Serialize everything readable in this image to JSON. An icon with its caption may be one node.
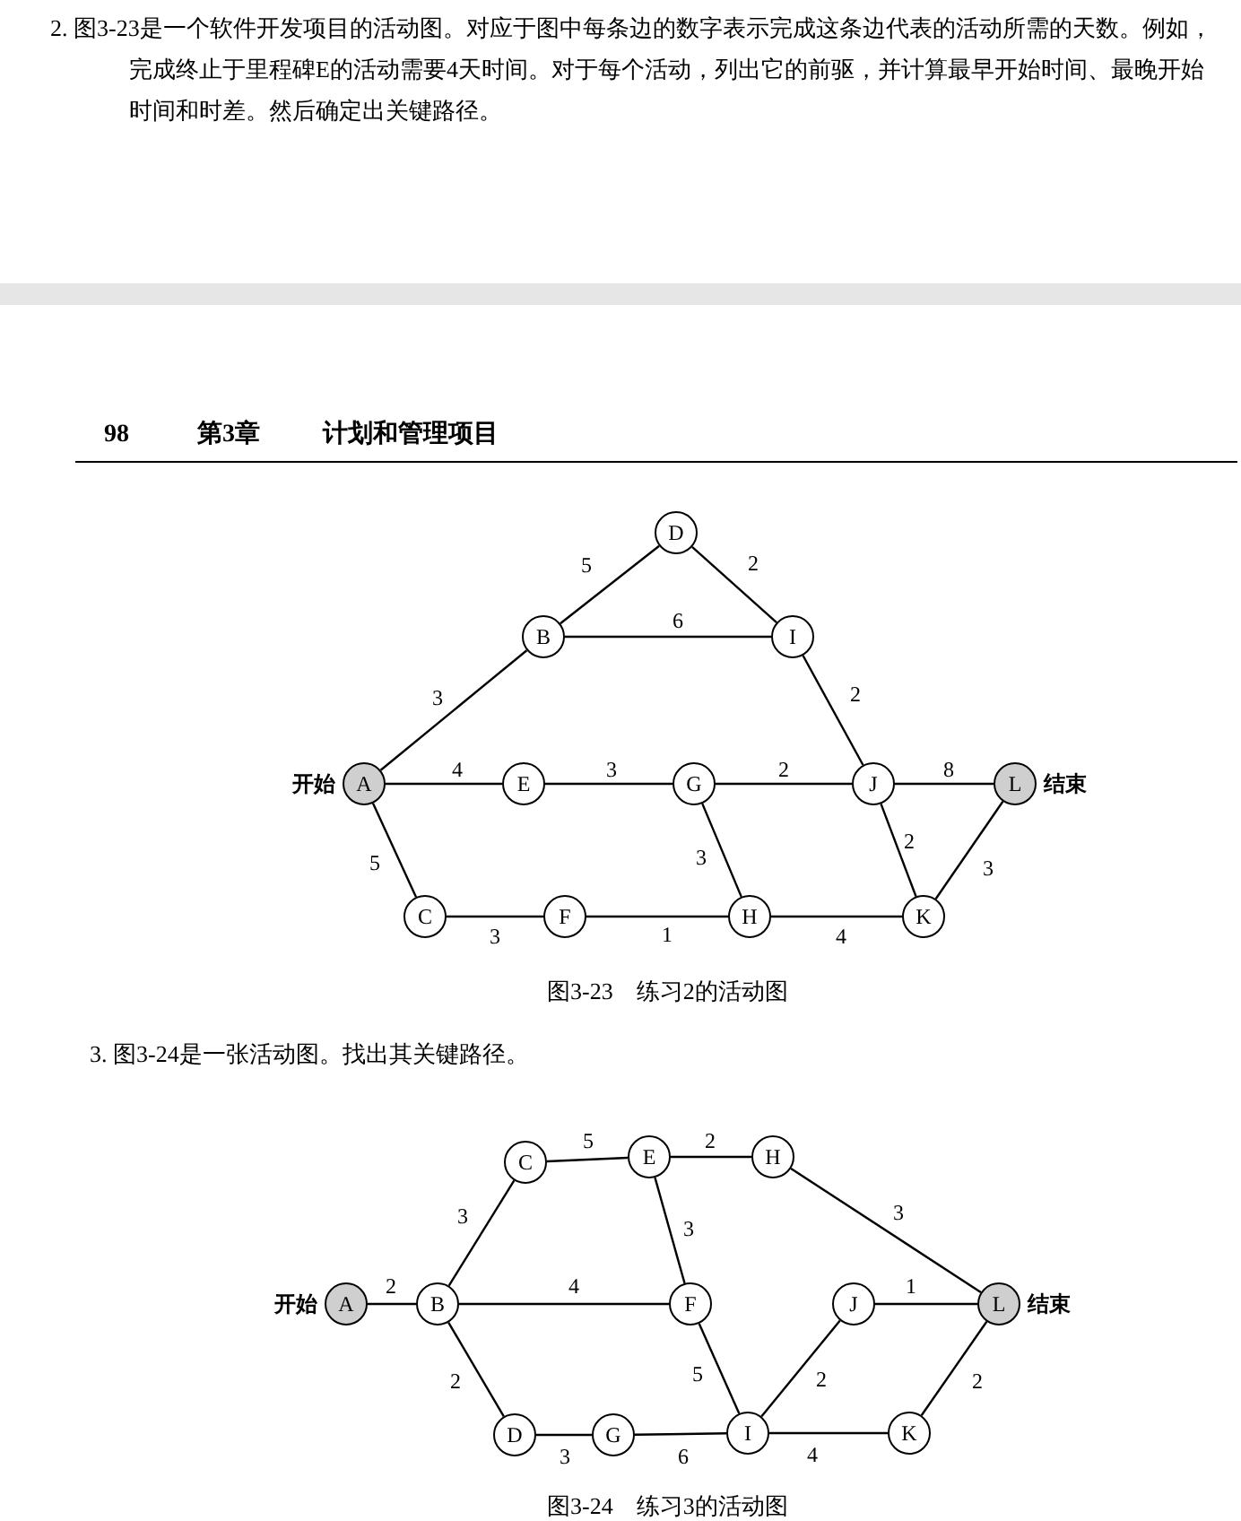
{
  "diagram": {
    "nodes": [
      {
        "text": [
          "D"
        ]
      },
      {
        "text": [
          "B"
        ]
      },
      {
        "text": [
          "I"
        ]
      },
      {
        "text": [
          "A"
        ],
        "beside": [
          "开始"
        ]
      },
      {
        "text": [
          "E"
        ]
      },
      {
        "text": [
          "G"
        ]
      },
      {
        "text": [
          "J"
        ]
      },
      {
        "text": [
          "L"
        ],
        "beside": [
          "结束"
        ]
      },
      {
        "text": [
          "C"
        ]
      },
      {
        "text": [
          "F"
        ]
      },
      {
        "text": [
          "H"
        ]
      },
      {
        "text": [
          "K"
        ]
      },
      {
        "text": [
          "C"
        ]
      },
      {
        "text": [
          "E"
        ]
      },
      {
        "text": [
          "H"
        ]
      },
      {
        "text": [
          "A"
        ],
        "beside": [
          "开始"
        ]
      },
      {
        "text": [
          "B"
        ]
      },
      {
        "text": [
          "F"
        ]
      },
      {
        "text": [
          "J"
        ]
      },
      {
        "text": [
          "L"
        ],
        "beside": [
          "结束"
        ]
      },
      {
        "text": [
          "D"
        ]
      },
      {
        "text": [
          "G"
        ]
      },
      {
        "text": [
          "I"
        ]
      },
      {
        "text": [
          "K"
        ]
      }
    ],
    "edges": [
      {
        "from": 3,
        "to": 1,
        "arrow": "none",
        "label": "3"
      },
      {
        "from": 1,
        "to": 0,
        "arrow": "none",
        "label": "5"
      },
      {
        "from": 0,
        "to": 2,
        "arrow": "none",
        "label": "2"
      },
      {
        "from": 1,
        "to": 2,
        "arrow": "none",
        "label": "6"
      },
      {
        "from": 2,
        "to": 6,
        "arrow": "none",
        "label": "2"
      },
      {
        "from": 3,
        "to": 4,
        "arrow": "none",
        "label": "4"
      },
      {
        "from": 4,
        "to": 5,
        "arrow": "none",
        "label": "3"
      },
      {
        "from": 5,
        "to": 6,
        "arrow": "none",
        "label": "2"
      },
      {
        "from": 6,
        "to": 7,
        "arrow": "none",
        "label": "8"
      },
      {
        "from": 3,
        "to": 8,
        "arrow": "none",
        "label": "5"
      },
      {
        "from": 8,
        "to": 9,
        "arrow": "none",
        "label": "3"
      },
      {
        "from": 9,
        "to": 10,
        "arrow": "none",
        "label": "1"
      },
      {
        "from": 5,
        "to": 10,
        "arrow": "none",
        "label": "3"
      },
      {
        "from": 10,
        "to": 11,
        "arrow": "none",
        "label": "4"
      },
      {
        "from": 6,
        "to": 11,
        "arrow": "none",
        "label": "2"
      },
      {
        "from": 11,
        "to": 7,
        "arrow": "none",
        "label": "3"
      },
      {
        "from": 15,
        "to": 16,
        "arrow": "none",
        "label": "2"
      },
      {
        "from": 16,
        "to": 12,
        "arrow": "none",
        "label": "3"
      },
      {
        "from": 12,
        "to": 13,
        "arrow": "none",
        "label": "5"
      },
      {
        "from": 13,
        "to": 14,
        "arrow": "none",
        "label": "2"
      },
      {
        "from": 14,
        "to": 19,
        "arrow": "none",
        "label": "3"
      },
      {
        "from": 13,
        "to": 17,
        "arrow": "none",
        "label": "3"
      },
      {
        "from": 16,
        "to": 17,
        "arrow": "none",
        "label": "4"
      },
      {
        "from": 18,
        "to": 19,
        "arrow": "none",
        "label": "1"
      },
      {
        "from": 16,
        "to": 20,
        "arrow": "none",
        "label": "2"
      },
      {
        "from": 20,
        "to": 21,
        "arrow": "none",
        "label": "3"
      },
      {
        "from": 21,
        "to": 22,
        "arrow": "none",
        "label": "6"
      },
      {
        "from": 17,
        "to": 22,
        "arrow": "none",
        "label": "5"
      },
      {
        "from": 22,
        "to": 18,
        "arrow": "none",
        "label": "2"
      },
      {
        "from": 22,
        "to": 23,
        "arrow": "none",
        "label": "4"
      },
      {
        "from": 23,
        "to": 19,
        "arrow": "none",
        "label": "2"
      }
    ],
    "labels": [
      "2. 图3-23是一个软件开发项目的活动图。对应于图中每条边的数字表示完成这条边代表的活动所需的天数。例如，完成终止于里程碑E的活动需要4天时间。对于每个活动，列出它的前驱，并计算最早开始时间、最晚开始时间和时差。然后确定出关键路径。",
      "98",
      "第3章",
      "计划和管理项目",
      "图3-23　练习2的活动图",
      "3. 图3-24是一张活动图。找出其关键路径。",
      "图3-24　练习3的活动图"
    ]
  }
}
